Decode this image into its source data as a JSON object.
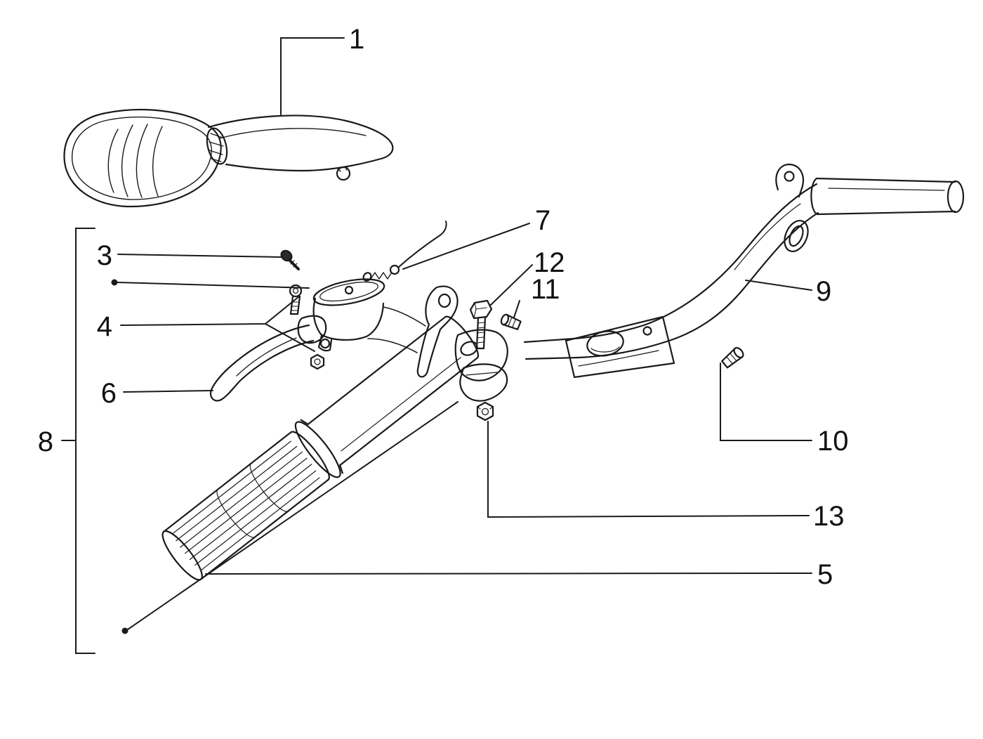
{
  "figure": {
    "background": "#ffffff",
    "ink": "#1a1a1a",
    "label_color": "#111111"
  },
  "callouts": [
    {
      "label": "1"
    },
    {
      "label": "3"
    },
    {
      "label": "4"
    },
    {
      "label": "6"
    },
    {
      "label": "8"
    },
    {
      "label": "7"
    },
    {
      "label": "12"
    },
    {
      "label": "11"
    },
    {
      "label": "9"
    },
    {
      "label": "10"
    },
    {
      "label": "13"
    },
    {
      "label": "5"
    }
  ]
}
